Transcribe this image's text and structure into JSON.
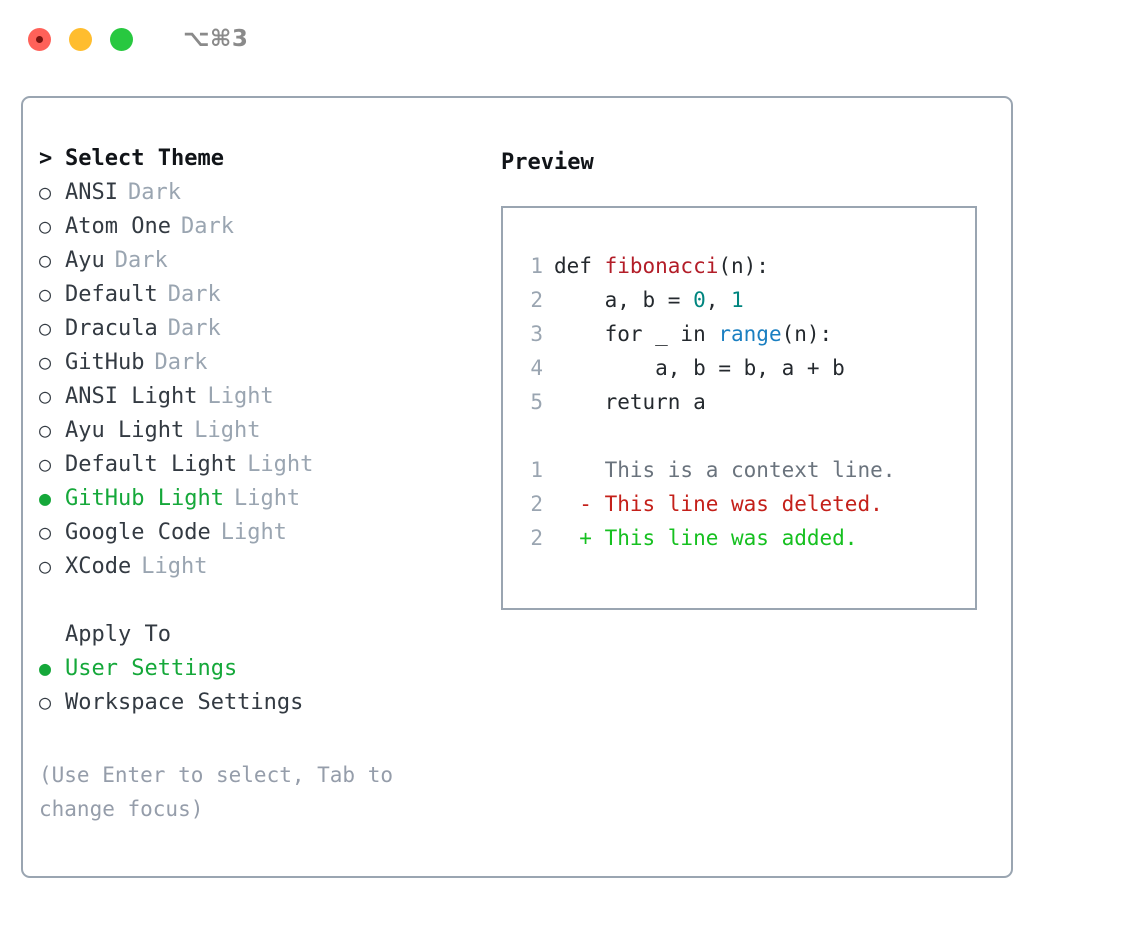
{
  "titlebar": {
    "shortcut": "⌥⌘3",
    "lights": [
      "close",
      "minimize",
      "zoom"
    ]
  },
  "theme_picker": {
    "heading": "Select Theme",
    "heading_marker": ">",
    "marker_unselected": "○",
    "marker_selected": "●",
    "items": [
      {
        "name": "ANSI",
        "variant": "Dark",
        "selected": false
      },
      {
        "name": "Atom One",
        "variant": "Dark",
        "selected": false
      },
      {
        "name": "Ayu",
        "variant": "Dark",
        "selected": false
      },
      {
        "name": "Default",
        "variant": "Dark",
        "selected": false
      },
      {
        "name": "Dracula",
        "variant": "Dark",
        "selected": false
      },
      {
        "name": "GitHub",
        "variant": "Dark",
        "selected": false
      },
      {
        "name": "ANSI Light",
        "variant": "Light",
        "selected": false
      },
      {
        "name": "Ayu Light",
        "variant": "Light",
        "selected": false
      },
      {
        "name": "Default Light",
        "variant": "Light",
        "selected": false
      },
      {
        "name": "GitHub Light",
        "variant": "Light",
        "selected": true
      },
      {
        "name": "Google Code",
        "variant": "Light",
        "selected": false
      },
      {
        "name": "XCode",
        "variant": "Light",
        "selected": false
      }
    ]
  },
  "apply_to": {
    "heading": "Apply To",
    "options": [
      {
        "label": "User Settings",
        "selected": true
      },
      {
        "label": "Workspace Settings",
        "selected": false
      }
    ]
  },
  "hint": "(Use Enter to select, Tab to change focus)",
  "preview": {
    "title": "Preview",
    "code_lines": [
      {
        "number": "1",
        "tokens": [
          {
            "text": "def ",
            "kind": "plain"
          },
          {
            "text": "fibonacci",
            "kind": "func"
          },
          {
            "text": "(n):",
            "kind": "plain"
          }
        ]
      },
      {
        "number": "2",
        "tokens": [
          {
            "text": "    a, b = ",
            "kind": "plain"
          },
          {
            "text": "0",
            "kind": "num"
          },
          {
            "text": ", ",
            "kind": "plain"
          },
          {
            "text": "1",
            "kind": "num"
          }
        ]
      },
      {
        "number": "3",
        "tokens": [
          {
            "text": "    for _ in ",
            "kind": "plain"
          },
          {
            "text": "range",
            "kind": "builtin"
          },
          {
            "text": "(n):",
            "kind": "plain"
          }
        ]
      },
      {
        "number": "4",
        "tokens": [
          {
            "text": "        a, b = b, a + b",
            "kind": "plain"
          }
        ]
      },
      {
        "number": "5",
        "tokens": [
          {
            "text": "    return a",
            "kind": "plain"
          }
        ]
      }
    ],
    "diff_lines": [
      {
        "number": "1",
        "sign": " ",
        "text": "This is a context line.",
        "kind": "ctx"
      },
      {
        "number": "2",
        "sign": "-",
        "text": "This line was deleted.",
        "kind": "del"
      },
      {
        "number": "2",
        "sign": "+",
        "text": "This line was added.",
        "kind": "add"
      }
    ]
  },
  "colors": {
    "accent_green": "#15a83a",
    "border": "#9aa5b1",
    "text": "#333a42",
    "muted": "#9aa5b1",
    "func_red": "#b31d28",
    "number_teal": "#00857f",
    "builtin_blue": "#1a7fc1",
    "diff_delete": "#c4201a",
    "diff_add": "#16c020"
  }
}
